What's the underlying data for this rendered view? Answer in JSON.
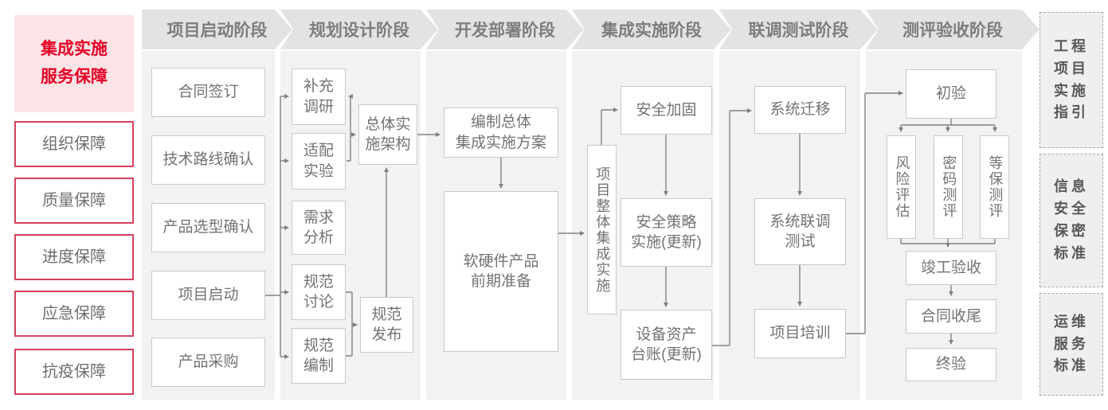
{
  "palette": {
    "accent_red": "#e60025",
    "pink_bg": "#fbe3e6",
    "red_border": "#d4405c",
    "gray_text": "#737373",
    "banner_bg": "#e3e3e3",
    "banner_text": "#7d7d7d",
    "column_bg": "#f2f2f2",
    "box_border": "#c9c9c9",
    "line_color": "#828282",
    "standards_text": "#595959"
  },
  "sidebar": {
    "title": "集成实施\n服务保障",
    "items": [
      "组织保障",
      "质量保障",
      "进度保障",
      "应急保障",
      "抗疫保障"
    ]
  },
  "phases": [
    "项目启动阶段",
    "规划设计阶段",
    "开发部署阶段",
    "集成实施阶段",
    "联调测试阶段",
    "测评验收阶段"
  ],
  "nodes": {
    "c1": {
      "n1": "合同签订",
      "n2": "技术路线确认",
      "n3": "产品选型确认",
      "n4": "项目启动",
      "n5": "产品采购"
    },
    "c2": {
      "n1": "补充\n调研",
      "n2": "适配\n实验",
      "n3": "需求\n分析",
      "n4": "规范\n讨论",
      "n5": "规范\n编制",
      "hub": "总体实\n施架构",
      "pub": "规范\n发布"
    },
    "c3": {
      "n1": "编制总体\n集成实施方案",
      "n2": "软硬件产品\n前期准备"
    },
    "c4": {
      "vert": "项目整体集成实施",
      "n1": "安全加固",
      "n2": "安全策略\n实施(更新)",
      "n3": "设备资产\n台账(更新)"
    },
    "c5": {
      "n1": "系统迁移",
      "n2": "系统联调\n测试",
      "n3": "项目培训"
    },
    "c6": {
      "n1": "初验",
      "v1": "风险评估",
      "v2": "密码测评",
      "v3": "等保测评",
      "n2": "竣工验收",
      "n3": "合同收尾",
      "n4": "终验"
    }
  },
  "standards": [
    "工程\n项目\n实施\n指引",
    "信息\n安全\n保密\n标准",
    "运维\n服务\n标准"
  ]
}
